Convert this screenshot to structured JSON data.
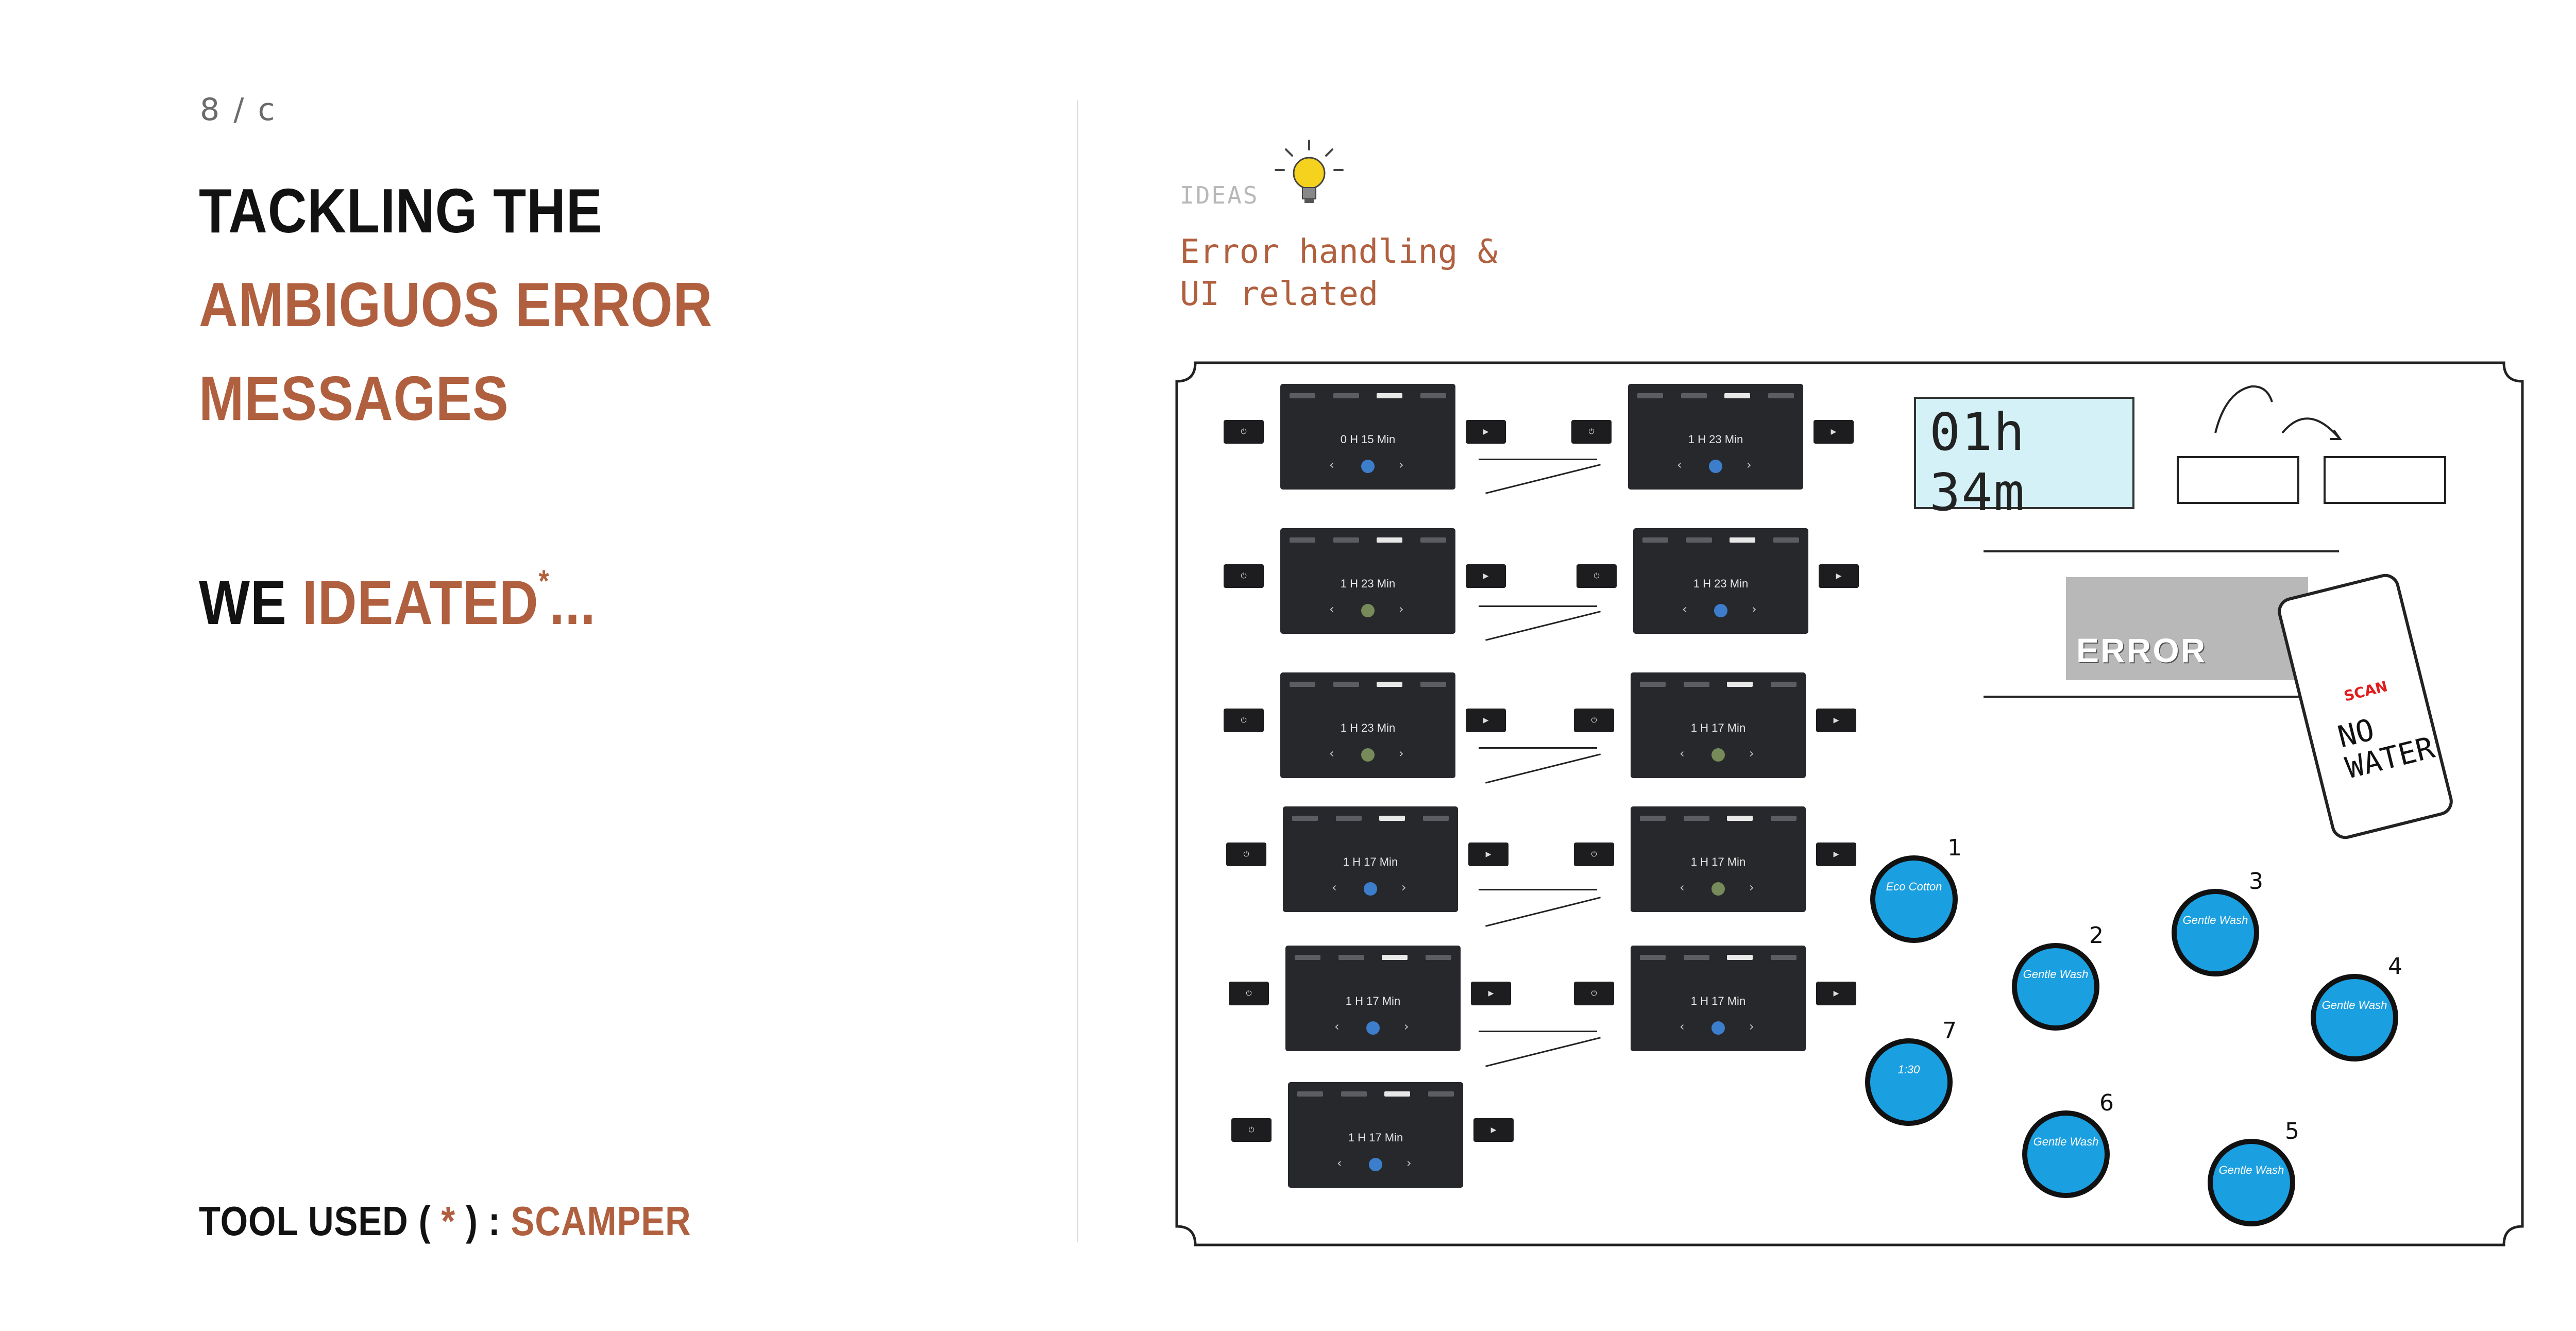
{
  "page_number": "8 / c",
  "heading": {
    "line1": "TACKLING THE",
    "line2": "AMBIGUOS ERROR",
    "line3": "MESSAGES"
  },
  "ideated": {
    "we": "WE",
    "word": "IDEATED",
    "asterisk": "*",
    "ellipsis": "..."
  },
  "tool": {
    "label": "TOOL USED",
    "bracket_open": "(",
    "asterisk": "*",
    "bracket_close": ")",
    "colon": ":",
    "name": "SCAMPER"
  },
  "ideas": {
    "label": "IDEAS",
    "subtitle": "Error handling &\nUI related"
  },
  "screens": {
    "timers": [
      "0 H 15 Min",
      "1 H 23 Min",
      "1 H 23 Min",
      "1 H 23 Min",
      "1 H 23 Min",
      "1 H 17 Min",
      "1 H 17 Min",
      "1 H 17 Min",
      "1 H 17 Min",
      "1 H 17 Min",
      "1 H 17 Min"
    ]
  },
  "sketches": {
    "lcd": "01h 34m",
    "error": "ERROR",
    "scan": "SCAN",
    "no_water": "NO\nWATER",
    "dial_numbers": [
      "1",
      "2",
      "3",
      "4",
      "5",
      "6",
      "7"
    ],
    "dial_labels": [
      "Eco Cotton",
      "Gentle Wash",
      "Gentle Wash",
      "Gentle Wash",
      "Gentle Wash",
      "Gentle Wash",
      "1:30"
    ]
  },
  "colors": {
    "accent": "#b0603f",
    "dial_blue": "#1a9fe0",
    "screen_bg": "#27282b"
  }
}
